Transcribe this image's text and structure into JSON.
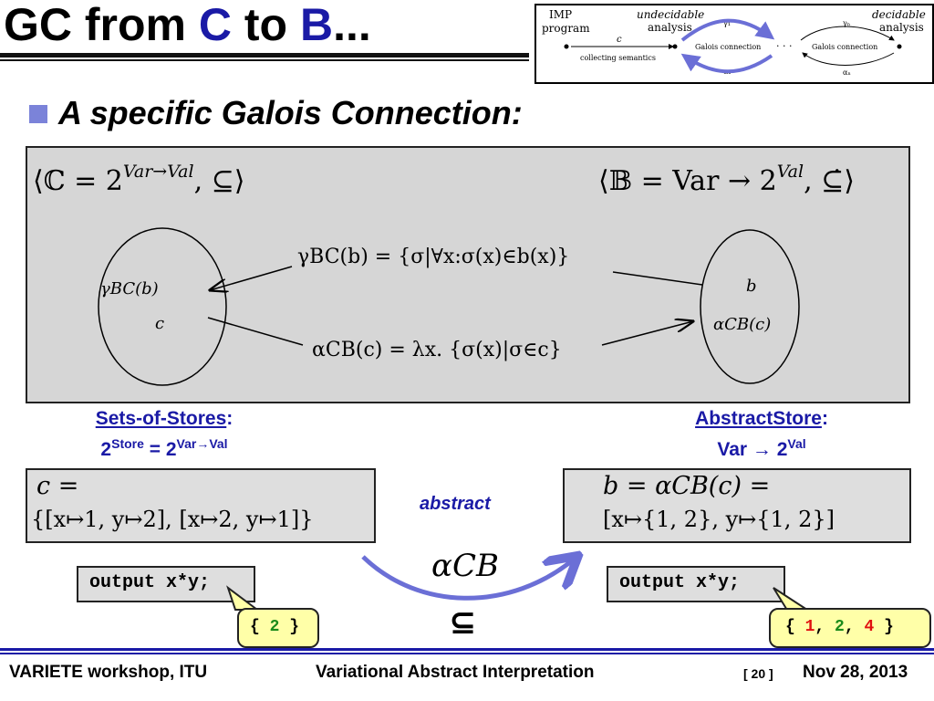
{
  "slide": {
    "title_prefix": "GC from ",
    "title_c": "C",
    "title_mid": " to ",
    "title_b": "B",
    "title_suffix": "...",
    "bullet": "A specific Galois Connection:"
  },
  "thumbnail": {
    "imp": "IMP",
    "program": "program",
    "c": "c",
    "collecting": "collecting semantics",
    "undecidable": "undecidable",
    "analysis1": "analysis",
    "gamma1": "γ₁",
    "alpha1": "α₁",
    "gc1": "Galois connection",
    "dots": "· · ·",
    "gamman": "γₙ",
    "alphan": "αₙ",
    "gcn": "Galois connection",
    "decidable": "decidable",
    "analysis2": "analysis"
  },
  "diagram": {
    "left_lattice": "⟨ℂ = 2",
    "left_sup": "Var→Val",
    "left_end": ", ⊆⟩",
    "right_lattice": "⟨𝔹 = Var → 2",
    "right_sup": "Val",
    "right_end": ", ⊆̇⟩",
    "gamma_def": "γBC(b) = {σ|∀x:σ(x)∈b(x)}",
    "alpha_def": "αCB(c) = λx. {σ(x)|σ∈c}",
    "left_top": "γBC(b)",
    "left_bottom": "c",
    "right_top": "b",
    "right_bottom": "αCB(c)"
  },
  "labels": {
    "left_title": "Sets-of-Stores",
    "left_colon": ":",
    "left_formula_a": "2",
    "left_formula_sup1": "Store",
    "left_formula_b": " = 2",
    "left_formula_sup2": "Var→Val",
    "right_title": "AbstractStore",
    "right_colon": ":",
    "right_formula_a": "Var → 2",
    "right_formula_sup": "Val"
  },
  "left_box": {
    "line1": "c =",
    "line2": "{[x↦1, y↦2], [x↦2, y↦1]}"
  },
  "right_box": {
    "line1": "b = αCB(c) =",
    "line2": "[x↦{1, 2}, y↦{1, 2}]"
  },
  "middle": {
    "abstract": "abstract",
    "alpha": "αCB",
    "subseteq": "⊆"
  },
  "code": {
    "left": "output x*y;",
    "right": "output x*y;"
  },
  "bubbles": {
    "left_open": "{ ",
    "left_val": "2",
    "left_close": " }",
    "right_open": "{ ",
    "right_v1": "1",
    "right_v2": "2",
    "right_v3": "4",
    "right_sep": ", ",
    "right_close": " }"
  },
  "footer": {
    "venue": "VARIETE workshop, ITU",
    "talk": "Variational Abstract Interpretation",
    "page": "[ 20 ]",
    "date": "Nov 28, 2013"
  },
  "colors": {
    "accent_blue": "#1a1aa6",
    "arrow_purple": "#6b6fd6",
    "green": "#1a8a1a",
    "red": "#e01010",
    "bubble_yellow": "#ffffa8"
  }
}
